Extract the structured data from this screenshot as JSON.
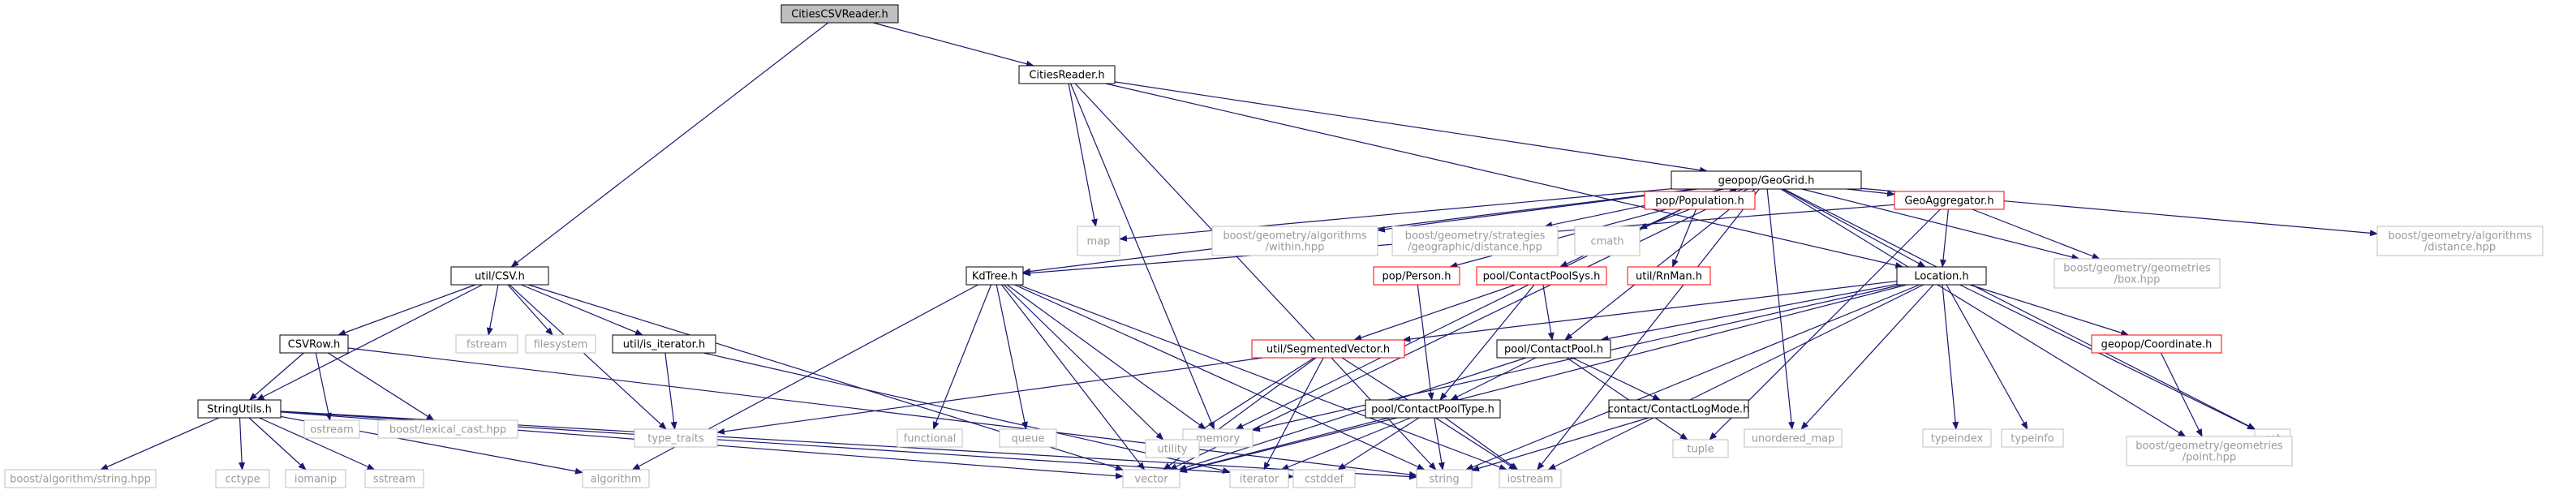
{
  "colors": {
    "edge": "#191970",
    "node_border_normal": "#000000",
    "node_border_red": "#ff0000",
    "node_border_gray": "#bfbfbf",
    "text_gray": "#9a9a9a",
    "root_fill": "#bfbfbf",
    "node_fill": "#ffffff"
  },
  "nodes": [
    {
      "id": "root",
      "style": "root",
      "lines": [
        "CitiesCSVReader.h"
      ]
    },
    {
      "id": "citiesreader",
      "style": "normal",
      "lines": [
        "CitiesReader.h"
      ]
    },
    {
      "id": "geogrid",
      "style": "normal",
      "lines": [
        "geopop/GeoGrid.h"
      ]
    },
    {
      "id": "csv",
      "style": "normal",
      "lines": [
        "util/CSV.h"
      ]
    },
    {
      "id": "map",
      "style": "gray",
      "lines": [
        "map"
      ]
    },
    {
      "id": "within",
      "style": "gray",
      "lines": [
        "boost/geometry/algorithms",
        "/within.hpp"
      ]
    },
    {
      "id": "geodist",
      "style": "gray",
      "lines": [
        "boost/geometry/strategies",
        "/geographic/distance.hpp"
      ]
    },
    {
      "id": "cmath",
      "style": "gray",
      "lines": [
        "cmath"
      ]
    },
    {
      "id": "population",
      "style": "red",
      "lines": [
        "pop/Population.h"
      ]
    },
    {
      "id": "geoagg",
      "style": "red",
      "lines": [
        "GeoAggregator.h"
      ]
    },
    {
      "id": "algdist",
      "style": "gray",
      "lines": [
        "boost/geometry/algorithms",
        "/distance.hpp"
      ]
    },
    {
      "id": "kdtree",
      "style": "normal",
      "lines": [
        "KdTree.h"
      ]
    },
    {
      "id": "person",
      "style": "red",
      "lines": [
        "pop/Person.h"
      ]
    },
    {
      "id": "cpsys",
      "style": "red",
      "lines": [
        "pool/ContactPoolSys.h"
      ]
    },
    {
      "id": "rnman",
      "style": "red",
      "lines": [
        "util/RnMan.h"
      ]
    },
    {
      "id": "location",
      "style": "normal",
      "lines": [
        "Location.h"
      ]
    },
    {
      "id": "box",
      "style": "gray",
      "lines": [
        "boost/geometry/geometries",
        "/box.hpp"
      ]
    },
    {
      "id": "csvrow",
      "style": "normal",
      "lines": [
        "CSVRow.h"
      ]
    },
    {
      "id": "fstream",
      "style": "gray",
      "lines": [
        "fstream"
      ]
    },
    {
      "id": "filesystem",
      "style": "gray",
      "lines": [
        "filesystem"
      ]
    },
    {
      "id": "isiter",
      "style": "normal",
      "lines": [
        "util/is_iterator.h"
      ]
    },
    {
      "id": "functional",
      "style": "gray",
      "lines": [
        "functional"
      ]
    },
    {
      "id": "queue",
      "style": "gray",
      "lines": [
        "queue"
      ]
    },
    {
      "id": "memory",
      "style": "gray",
      "lines": [
        "memory"
      ]
    },
    {
      "id": "segvec",
      "style": "red",
      "lines": [
        "util/SegmentedVector.h"
      ]
    },
    {
      "id": "contactpool",
      "style": "normal",
      "lines": [
        "pool/ContactPool.h"
      ]
    },
    {
      "id": "unordered",
      "style": "gray",
      "lines": [
        "unordered_map"
      ]
    },
    {
      "id": "typeindex",
      "style": "gray",
      "lines": [
        "typeindex"
      ]
    },
    {
      "id": "typeinfo",
      "style": "gray",
      "lines": [
        "typeinfo"
      ]
    },
    {
      "id": "coordinate",
      "style": "red",
      "lines": [
        "geopop/Coordinate.h"
      ]
    },
    {
      "id": "set",
      "style": "gray",
      "lines": [
        "set"
      ]
    },
    {
      "id": "stringutils",
      "style": "normal",
      "lines": [
        "StringUtils.h"
      ]
    },
    {
      "id": "ostream",
      "style": "gray",
      "lines": [
        "ostream"
      ]
    },
    {
      "id": "lexcast",
      "style": "gray",
      "lines": [
        "boost/lexical_cast.hpp"
      ]
    },
    {
      "id": "typetraits",
      "style": "gray",
      "lines": [
        "type_traits"
      ]
    },
    {
      "id": "utility",
      "style": "gray",
      "lines": [
        "utility"
      ]
    },
    {
      "id": "cpooltype",
      "style": "normal",
      "lines": [
        "pool/ContactPoolType.h"
      ]
    },
    {
      "id": "clogmode",
      "style": "normal",
      "lines": [
        "contact/ContactLogMode.h"
      ]
    },
    {
      "id": "tuple",
      "style": "gray",
      "lines": [
        "tuple"
      ]
    },
    {
      "id": "point",
      "style": "gray",
      "lines": [
        "boost/geometry/geometries",
        "/point.hpp"
      ]
    },
    {
      "id": "algstring",
      "style": "gray",
      "lines": [
        "boost/algorithm/string.hpp"
      ]
    },
    {
      "id": "cctype",
      "style": "gray",
      "lines": [
        "cctype"
      ]
    },
    {
      "id": "iomanip",
      "style": "gray",
      "lines": [
        "iomanip"
      ]
    },
    {
      "id": "sstream",
      "style": "gray",
      "lines": [
        "sstream"
      ]
    },
    {
      "id": "algorithm",
      "style": "gray",
      "lines": [
        "algorithm"
      ]
    },
    {
      "id": "vector",
      "style": "gray",
      "lines": [
        "vector"
      ]
    },
    {
      "id": "iterator",
      "style": "gray",
      "lines": [
        "iterator"
      ]
    },
    {
      "id": "cstddef",
      "style": "gray",
      "lines": [
        "cstddef"
      ]
    },
    {
      "id": "string",
      "style": "gray",
      "lines": [
        "string"
      ]
    },
    {
      "id": "iostream",
      "style": "gray",
      "lines": [
        "iostream"
      ]
    }
  ],
  "edges": [
    [
      "root",
      "citiesreader"
    ],
    [
      "root",
      "csv"
    ],
    [
      "citiesreader",
      "geogrid"
    ],
    [
      "citiesreader",
      "map"
    ],
    [
      "citiesreader",
      "memory"
    ],
    [
      "citiesreader",
      "string"
    ],
    [
      "citiesreader",
      "location"
    ],
    [
      "geogrid",
      "map"
    ],
    [
      "geogrid",
      "within"
    ],
    [
      "geogrid",
      "geodist"
    ],
    [
      "geogrid",
      "cmath"
    ],
    [
      "geogrid",
      "population"
    ],
    [
      "geogrid",
      "geoagg"
    ],
    [
      "geogrid",
      "algdist"
    ],
    [
      "geogrid",
      "kdtree"
    ],
    [
      "geogrid",
      "location"
    ],
    [
      "geogrid",
      "box"
    ],
    [
      "geogrid",
      "contactpool"
    ],
    [
      "geogrid",
      "unordered"
    ],
    [
      "geogrid",
      "set"
    ],
    [
      "geogrid",
      "point"
    ],
    [
      "geogrid",
      "vector"
    ],
    [
      "geogrid",
      "iostream"
    ],
    [
      "population",
      "person"
    ],
    [
      "population",
      "cpsys"
    ],
    [
      "population",
      "rnman"
    ],
    [
      "population",
      "memory"
    ],
    [
      "geoagg",
      "kdtree"
    ],
    [
      "geoagg",
      "location"
    ],
    [
      "geoagg",
      "box"
    ],
    [
      "geoagg",
      "tuple"
    ],
    [
      "kdtree",
      "functional"
    ],
    [
      "kdtree",
      "queue"
    ],
    [
      "kdtree",
      "memory"
    ],
    [
      "kdtree",
      "utility"
    ],
    [
      "kdtree",
      "vector"
    ],
    [
      "kdtree",
      "algorithm"
    ],
    [
      "kdtree",
      "string"
    ],
    [
      "kdtree",
      "iostream"
    ],
    [
      "person",
      "cpooltype"
    ],
    [
      "cpsys",
      "segvec"
    ],
    [
      "cpsys",
      "contactpool"
    ],
    [
      "cpsys",
      "cpooltype"
    ],
    [
      "location",
      "memory"
    ],
    [
      "location",
      "segvec"
    ],
    [
      "location",
      "contactpool"
    ],
    [
      "location",
      "unordered"
    ],
    [
      "location",
      "typeindex"
    ],
    [
      "location",
      "typeinfo"
    ],
    [
      "location",
      "coordinate"
    ],
    [
      "location",
      "set"
    ],
    [
      "location",
      "vector"
    ],
    [
      "location",
      "string"
    ],
    [
      "location",
      "iostream"
    ],
    [
      "coordinate",
      "point"
    ],
    [
      "segvec",
      "typetraits"
    ],
    [
      "segvec",
      "utility"
    ],
    [
      "segvec",
      "vector"
    ],
    [
      "segvec",
      "iterator"
    ],
    [
      "segvec",
      "iostream"
    ],
    [
      "contactpool",
      "cpooltype"
    ],
    [
      "contactpool",
      "clogmode"
    ],
    [
      "contactpool",
      "tuple"
    ],
    [
      "contactpool",
      "vector"
    ],
    [
      "cpooltype",
      "vector"
    ],
    [
      "cpooltype",
      "string"
    ],
    [
      "cpooltype",
      "iostream"
    ],
    [
      "cpooltype",
      "iterator"
    ],
    [
      "cpooltype",
      "cstddef"
    ],
    [
      "clogmode",
      "string"
    ],
    [
      "csv",
      "csvrow"
    ],
    [
      "csv",
      "stringutils"
    ],
    [
      "csv",
      "fstream"
    ],
    [
      "csv",
      "filesystem"
    ],
    [
      "csv",
      "isiter"
    ],
    [
      "csv",
      "typetraits"
    ],
    [
      "csv",
      "vector"
    ],
    [
      "csvrow",
      "stringutils"
    ],
    [
      "csvrow",
      "ostream"
    ],
    [
      "csvrow",
      "lexcast"
    ],
    [
      "csvrow",
      "string"
    ],
    [
      "isiter",
      "typetraits"
    ],
    [
      "isiter",
      "iterator"
    ],
    [
      "stringutils",
      "algstring"
    ],
    [
      "stringutils",
      "cctype"
    ],
    [
      "stringutils",
      "iomanip"
    ],
    [
      "stringutils",
      "sstream"
    ],
    [
      "stringutils",
      "algorithm"
    ],
    [
      "stringutils",
      "vector"
    ],
    [
      "stringutils",
      "string"
    ],
    [
      "stringutils",
      "cstddef"
    ]
  ]
}
